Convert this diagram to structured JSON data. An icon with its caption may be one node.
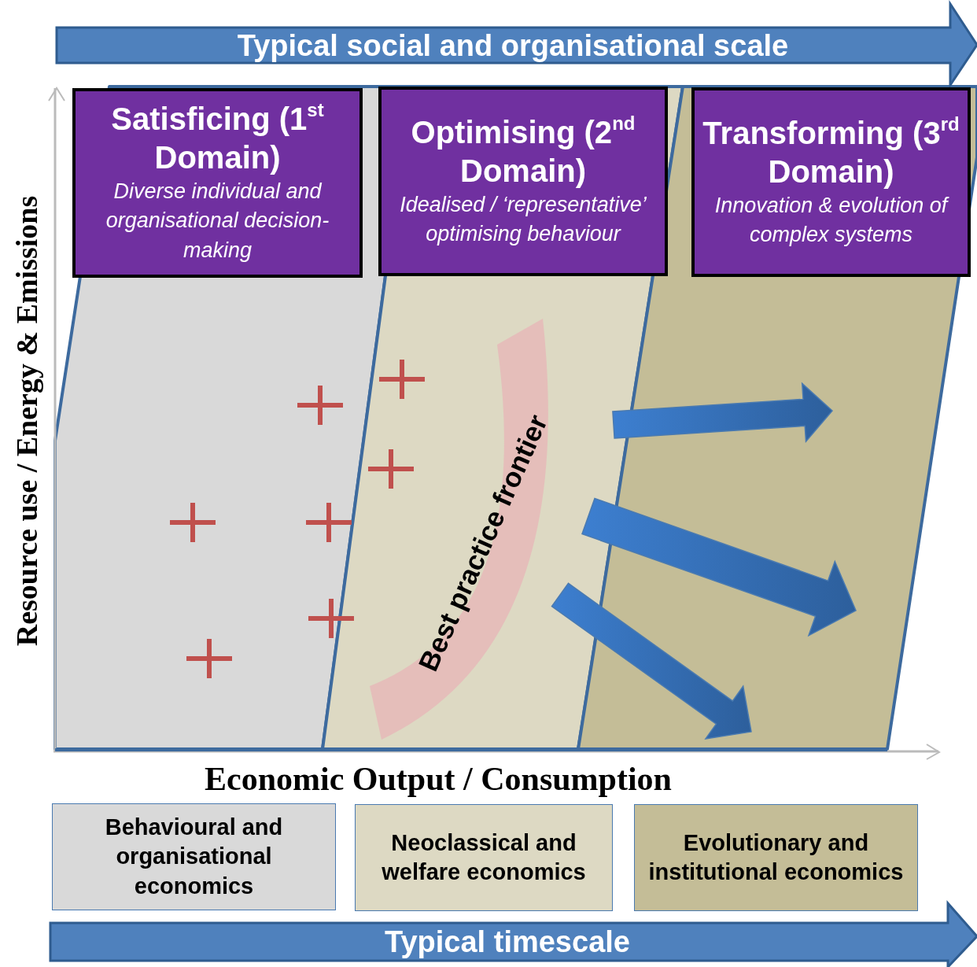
{
  "diagram": {
    "nodes": [
      {
        "text": [
          "Satisficing (1$^{st}$ Domain)",
          "Diverse individual and organisational decision-making"
        ]
      },
      {
        "text": [
          "Optimising (2$^{nd}$ Domain)",
          "Idealised / ‘representative’ optimising behaviour"
        ]
      },
      {
        "text": [
          "Transforming (3$^{rd}$ Domain)",
          "Innovation & evolution of complex systems"
        ]
      },
      {
        "text": [
          "Behavioural and organisational economics"
        ]
      },
      {
        "text": [
          "Neoclassical and welfare economics"
        ]
      },
      {
        "text": [
          "Evolutionary and institutional economics"
        ]
      }
    ],
    "labels": [
      "Typical social and organisational scale",
      "Resource use / Energy & Emissions",
      "Best practice frontier",
      "Economic Output / Consumption",
      "Typical timescale"
    ]
  }
}
